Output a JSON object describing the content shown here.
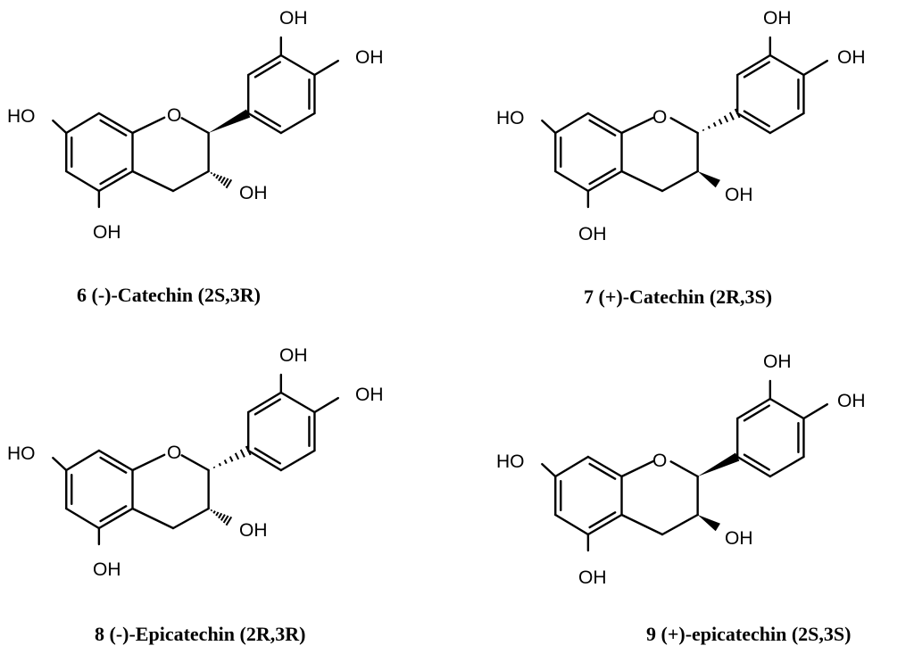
{
  "figure": {
    "molecules": [
      {
        "caption": "6 (-)-Catechin (2S,3R)",
        "labels": {
          "oh_3p": "OH",
          "oh_4p": "OH",
          "oh_7": "HO",
          "ring_o": "O",
          "oh_3": "OH",
          "oh_5": "OH"
        },
        "stereo": {
          "c2": "wedge",
          "c3": "hash"
        }
      },
      {
        "caption": "7 (+)-Catechin (2R,3S)",
        "labels": {
          "oh_3p": "OH",
          "oh_4p": "OH",
          "oh_7": "HO",
          "ring_o": "O",
          "oh_3": "OH",
          "oh_5": "OH"
        },
        "stereo": {
          "c2": "hash",
          "c3": "wedge"
        }
      },
      {
        "caption": "8 (-)-Epicatechin (2R,3R)",
        "labels": {
          "oh_3p": "OH",
          "oh_4p": "OH",
          "oh_7": "HO",
          "ring_o": "O",
          "oh_3": "OH",
          "oh_5": "OH"
        },
        "stereo": {
          "c2": "hash",
          "c3": "hash"
        }
      },
      {
        "caption": "9 (+)-epicatechin (2S,3S)",
        "labels": {
          "oh_3p": "OH",
          "oh_4p": "OH",
          "oh_7": "HO",
          "ring_o": "O",
          "oh_3": "OH",
          "oh_5": "OH"
        },
        "stereo": {
          "c2": "wedge",
          "c3": "wedge"
        }
      }
    ]
  }
}
